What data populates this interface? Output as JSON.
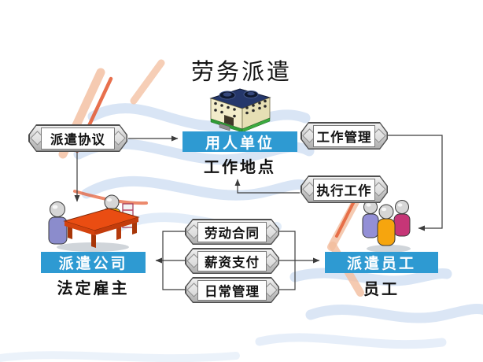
{
  "title": "劳务派遣",
  "nodes": {
    "employer": {
      "label": "用人单位",
      "subtitle": "工作地点",
      "icon": "building-icon"
    },
    "agency": {
      "label": "派遣公司",
      "subtitle": "法定雇主",
      "icon": "meeting-table-icon"
    },
    "workers": {
      "label": "派遣员工",
      "subtitle": "员工",
      "icon": "people-group-icon"
    }
  },
  "connectors": {
    "dispatch_agreement": "派遣协议",
    "work_management": "工作管理",
    "execute_work": "执行工作",
    "labor_contract": "劳动合同",
    "salary_payment": "薪资支付",
    "daily_management": "日常管理"
  },
  "edges": [
    {
      "from": "dispatch_agreement",
      "to": "employer"
    },
    {
      "from": "dispatch_agreement",
      "to": "agency"
    },
    {
      "from": "employer",
      "via": "work_management",
      "to": "workers"
    },
    {
      "from": "workers",
      "via": "execute_work",
      "to": "employer"
    },
    {
      "between": [
        "agency",
        "workers"
      ],
      "via": [
        "labor_contract",
        "salary_payment",
        "daily_management"
      ],
      "bidirectional": true
    }
  ],
  "colors": {
    "node_label_bg": "#2E9AD2",
    "node_label_text": "#FFFFFF",
    "arrow": "#3C3C3C",
    "capsule_border": "#4F4F4F",
    "background": "#FFFFFF"
  }
}
